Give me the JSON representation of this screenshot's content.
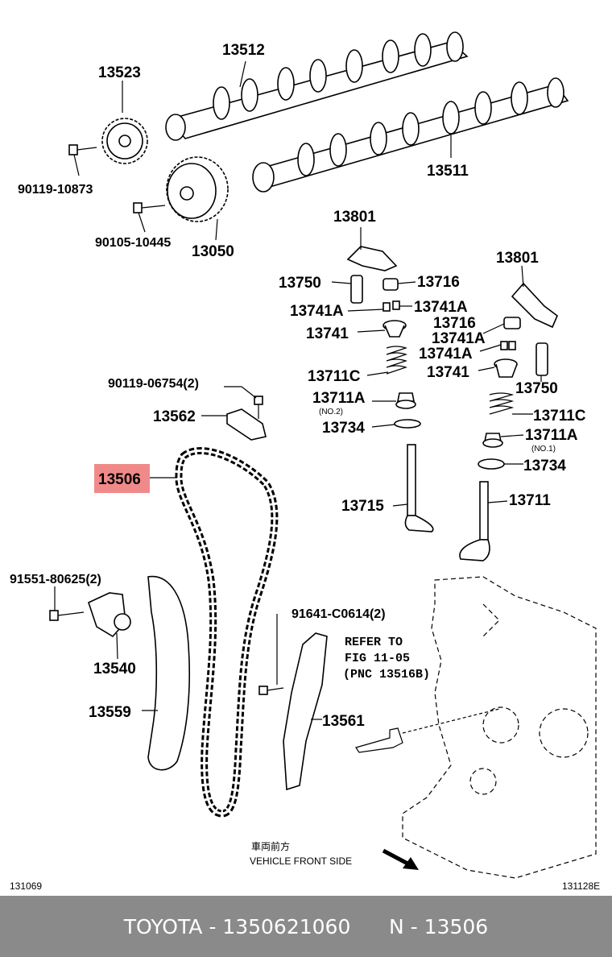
{
  "labels": {
    "p13512": "13512",
    "p13523": "13523",
    "p90119_10873": "90119-10873",
    "p13511": "13511",
    "p90105_10445": "90105-10445",
    "p13050": "13050",
    "p13801a": "13801",
    "p13750a": "13750",
    "p13716a": "13716",
    "p13741Aa": "13741A",
    "p13741Ab": "13741A",
    "p13741a": "13741",
    "p13711Ca": "13711C",
    "p13711Aa": "13711A",
    "no2": "(NO.2)",
    "p13734a": "13734",
    "p13801b": "13801",
    "p13716b": "13716",
    "p13741Ac": "13741A",
    "p13741Ad": "13741A",
    "p13741b": "13741",
    "p13750b": "13750",
    "p13711Cb": "13711C",
    "p13711Ab": "13711A",
    "no1": "(NO.1)",
    "p13734b": "13734",
    "p90119_06754": "90119-06754(2)",
    "p13562": "13562",
    "p13506": "13506",
    "p13715": "13715",
    "p13711": "13711",
    "p91551": "91551-80625(2)",
    "p13540": "13540",
    "p13559": "13559",
    "p91641": "91641-C0614(2)",
    "p13561": "13561",
    "refer1": "REFER TO",
    "refer2": "FIG 11-05",
    "refer3": "(PNC 13516B)",
    "front_jp": "車両前方",
    "front_en": "VEHICLE FRONT SIDE",
    "code_left": "131069",
    "code_right": "131128E"
  },
  "highlight_color": "#f08a8a",
  "footer": {
    "brand": "TOYOTA - 1350621060",
    "ref": "N - 13506"
  }
}
